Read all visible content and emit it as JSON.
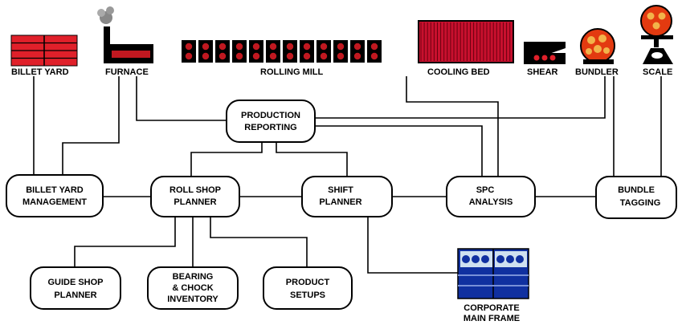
{
  "equipment": {
    "billet_yard": "BILLET YARD",
    "furnace": "FURNACE",
    "rolling_mill": "ROLLING MILL",
    "cooling_bed": "COOLING BED",
    "shear": "SHEAR",
    "bundler": "BUNDLER",
    "scale": "SCALE"
  },
  "nodes": {
    "production_reporting": [
      "PRODUCTION",
      "REPORTING"
    ],
    "billet_yard_management": [
      "BILLET YARD",
      "MANAGEMENT"
    ],
    "roll_shop_planner": [
      "ROLL SHOP",
      "PLANNER"
    ],
    "shift_planner": [
      "SHIFT",
      "PLANNER"
    ],
    "spc_analysis": [
      "SPC",
      "ANALYSIS"
    ],
    "bundle_tagging": [
      "BUNDLE",
      "TAGGING"
    ],
    "guide_shop_planner": [
      "GUIDE SHOP",
      "PLANNER"
    ],
    "bearing_chock_inventory": [
      "BEARING",
      "& CHOCK",
      "INVENTORY"
    ],
    "product_setups": [
      "PRODUCT",
      "SETUPS"
    ],
    "corporate_main_frame": [
      "CORPORATE",
      "MAIN FRAME"
    ]
  },
  "colors": {
    "brick": "#e0202a",
    "furnace_red": "#c01820",
    "bundle_orange": "#e33a10",
    "mainframe_blue": "#1030a0",
    "mainframe_light": "#cfe0f0"
  }
}
